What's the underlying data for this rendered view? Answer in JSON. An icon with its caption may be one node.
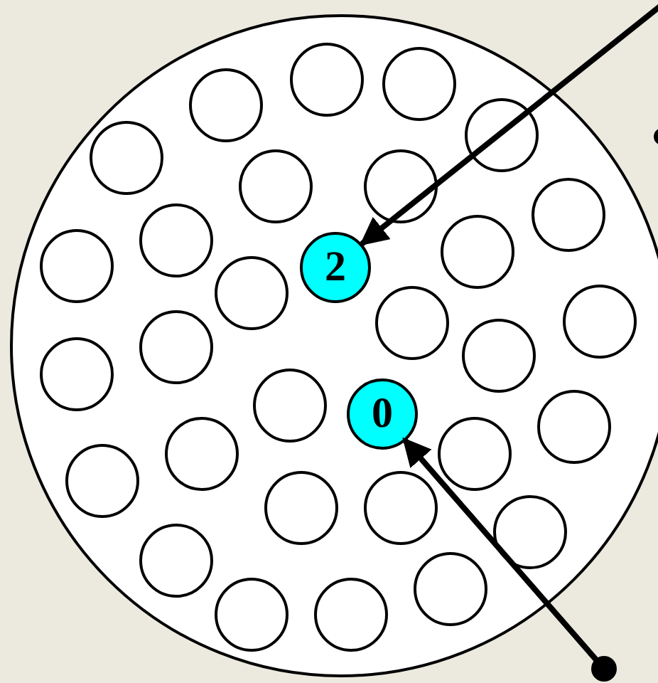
{
  "diagram": {
    "nodes": [
      {
        "text": [],
        "shape": "circle"
      },
      {
        "text": [],
        "shape": "circle",
        "in": 0
      },
      {
        "text": [],
        "shape": "circle",
        "in": 0
      },
      {
        "text": [],
        "shape": "circle",
        "in": 0
      },
      {
        "text": [],
        "shape": "circle",
        "in": 0
      },
      {
        "text": [],
        "shape": "circle",
        "in": 0
      },
      {
        "text": [],
        "shape": "circle",
        "in": 0
      },
      {
        "text": [],
        "shape": "circle",
        "in": 0
      },
      {
        "text": [],
        "shape": "circle",
        "in": 0
      },
      {
        "text": [],
        "shape": "circle",
        "in": 0
      },
      {
        "text": [],
        "shape": "circle",
        "in": 0
      },
      {
        "text": [],
        "shape": "circle",
        "in": 0
      },
      {
        "text": [
          "2"
        ],
        "in": 0
      },
      {
        "text": [],
        "shape": "circle",
        "in": 0
      },
      {
        "text": [],
        "shape": "circle",
        "in": 0
      },
      {
        "text": [],
        "shape": "circle",
        "in": 0
      },
      {
        "text": [],
        "shape": "circle",
        "in": 0
      },
      {
        "text": [],
        "shape": "circle",
        "in": 0
      },
      {
        "text": [],
        "shape": "circle",
        "in": 0
      },
      {
        "text": [],
        "shape": "circle",
        "in": 0
      },
      {
        "text": [
          "0"
        ],
        "in": 0
      },
      {
        "text": [],
        "shape": "circle",
        "in": 0
      },
      {
        "text": [],
        "shape": "circle",
        "in": 0
      },
      {
        "text": [],
        "shape": "circle",
        "in": 0
      },
      {
        "text": [],
        "shape": "circle",
        "in": 0
      },
      {
        "text": [],
        "shape": "circle",
        "in": 0
      },
      {
        "text": [],
        "shape": "circle",
        "in": 0
      },
      {
        "text": [],
        "shape": "circle",
        "in": 0
      },
      {
        "text": [],
        "shape": "circle",
        "in": 0
      },
      {
        "text": [],
        "shape": "circle",
        "in": 0
      },
      {
        "text": [],
        "shape": "circle",
        "in": 0
      },
      {
        "text": [],
        "shape": "circle",
        "in": 0
      }
    ],
    "edges": [
      {
        "from": null,
        "to": 12,
        "arrow": "to"
      },
      {
        "from": null,
        "to": 20,
        "arrow": "to"
      }
    ]
  }
}
